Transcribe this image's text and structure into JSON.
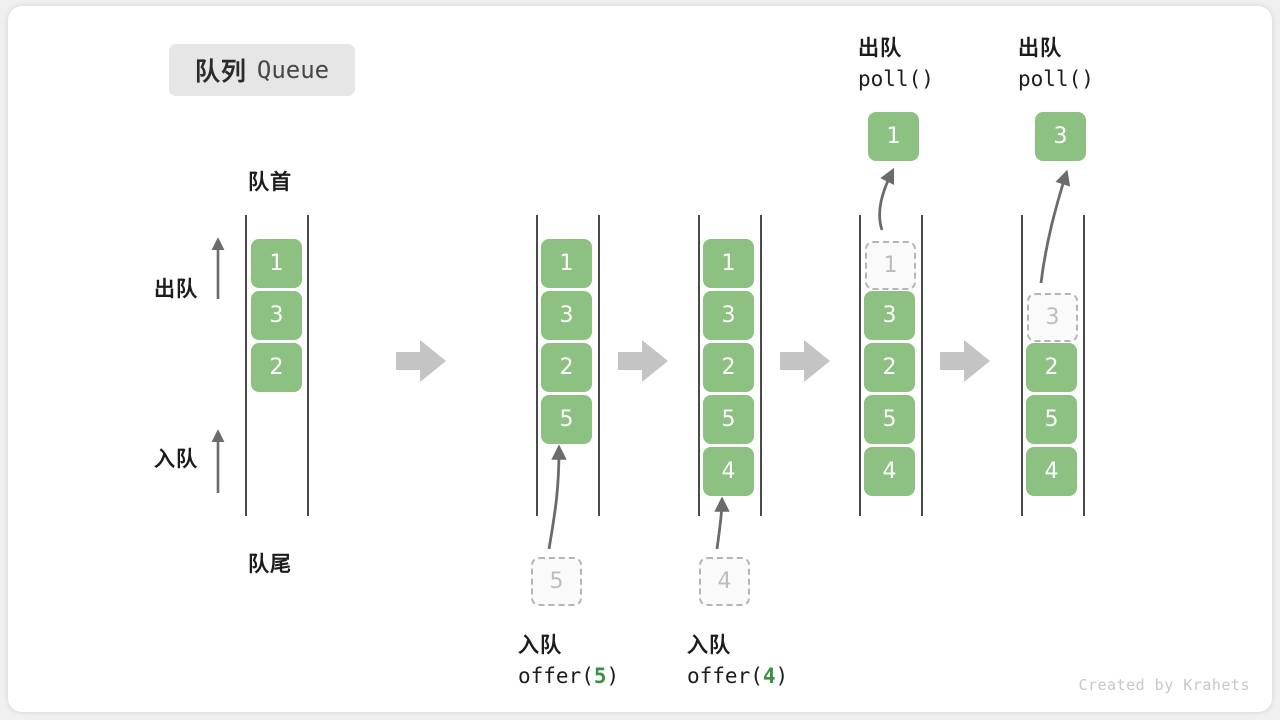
{
  "title": {
    "cn": "队列",
    "en": "Queue"
  },
  "labels": {
    "head": "队首",
    "tail": "队尾",
    "dequeue_side": "出队",
    "enqueue_side": "入队"
  },
  "credit": "Created by Krahets",
  "colors": {
    "element_fill": "#8cc182",
    "element_text": "#ffffff",
    "ghost_fill": "#fafafa",
    "ghost_border": "#b5b5b5",
    "ghost_text": "#bdbdbd",
    "rail": "#4a4a4a",
    "step_arrow": "#c4c4c4",
    "accent_green": "#3a9142",
    "badge_bg": "#e6e6e6"
  },
  "columns": [
    {
      "name": "initial",
      "elements": [
        "1",
        "3",
        "2"
      ],
      "ghost_index": null
    },
    {
      "name": "after-offer-5",
      "elements": [
        "1",
        "3",
        "2",
        "5"
      ],
      "ghost_index": null
    },
    {
      "name": "after-offer-4",
      "elements": [
        "1",
        "3",
        "2",
        "5",
        "4"
      ],
      "ghost_index": null
    },
    {
      "name": "poll-1",
      "elements": [
        "1",
        "3",
        "2",
        "5",
        "4"
      ],
      "ghost_index": 0
    },
    {
      "name": "poll-3",
      "elements": [
        "3",
        "2",
        "5",
        "4"
      ],
      "ghost_index": 0
    }
  ],
  "operations": [
    {
      "name": "offer-5",
      "cn": "入队",
      "code_prefix": "offer(",
      "value": "5",
      "code_suffix": ")",
      "ghost_value": "5"
    },
    {
      "name": "offer-4",
      "cn": "入队",
      "code_prefix": "offer(",
      "value": "4",
      "code_suffix": ")",
      "ghost_value": "4"
    },
    {
      "name": "poll-1",
      "cn": "出队",
      "code_prefix": "poll(",
      "value": "",
      "code_suffix": ")",
      "popped_value": "1"
    },
    {
      "name": "poll-3",
      "cn": "出队",
      "code_prefix": "poll(",
      "value": "",
      "code_suffix": ")",
      "popped_value": "3"
    }
  ]
}
